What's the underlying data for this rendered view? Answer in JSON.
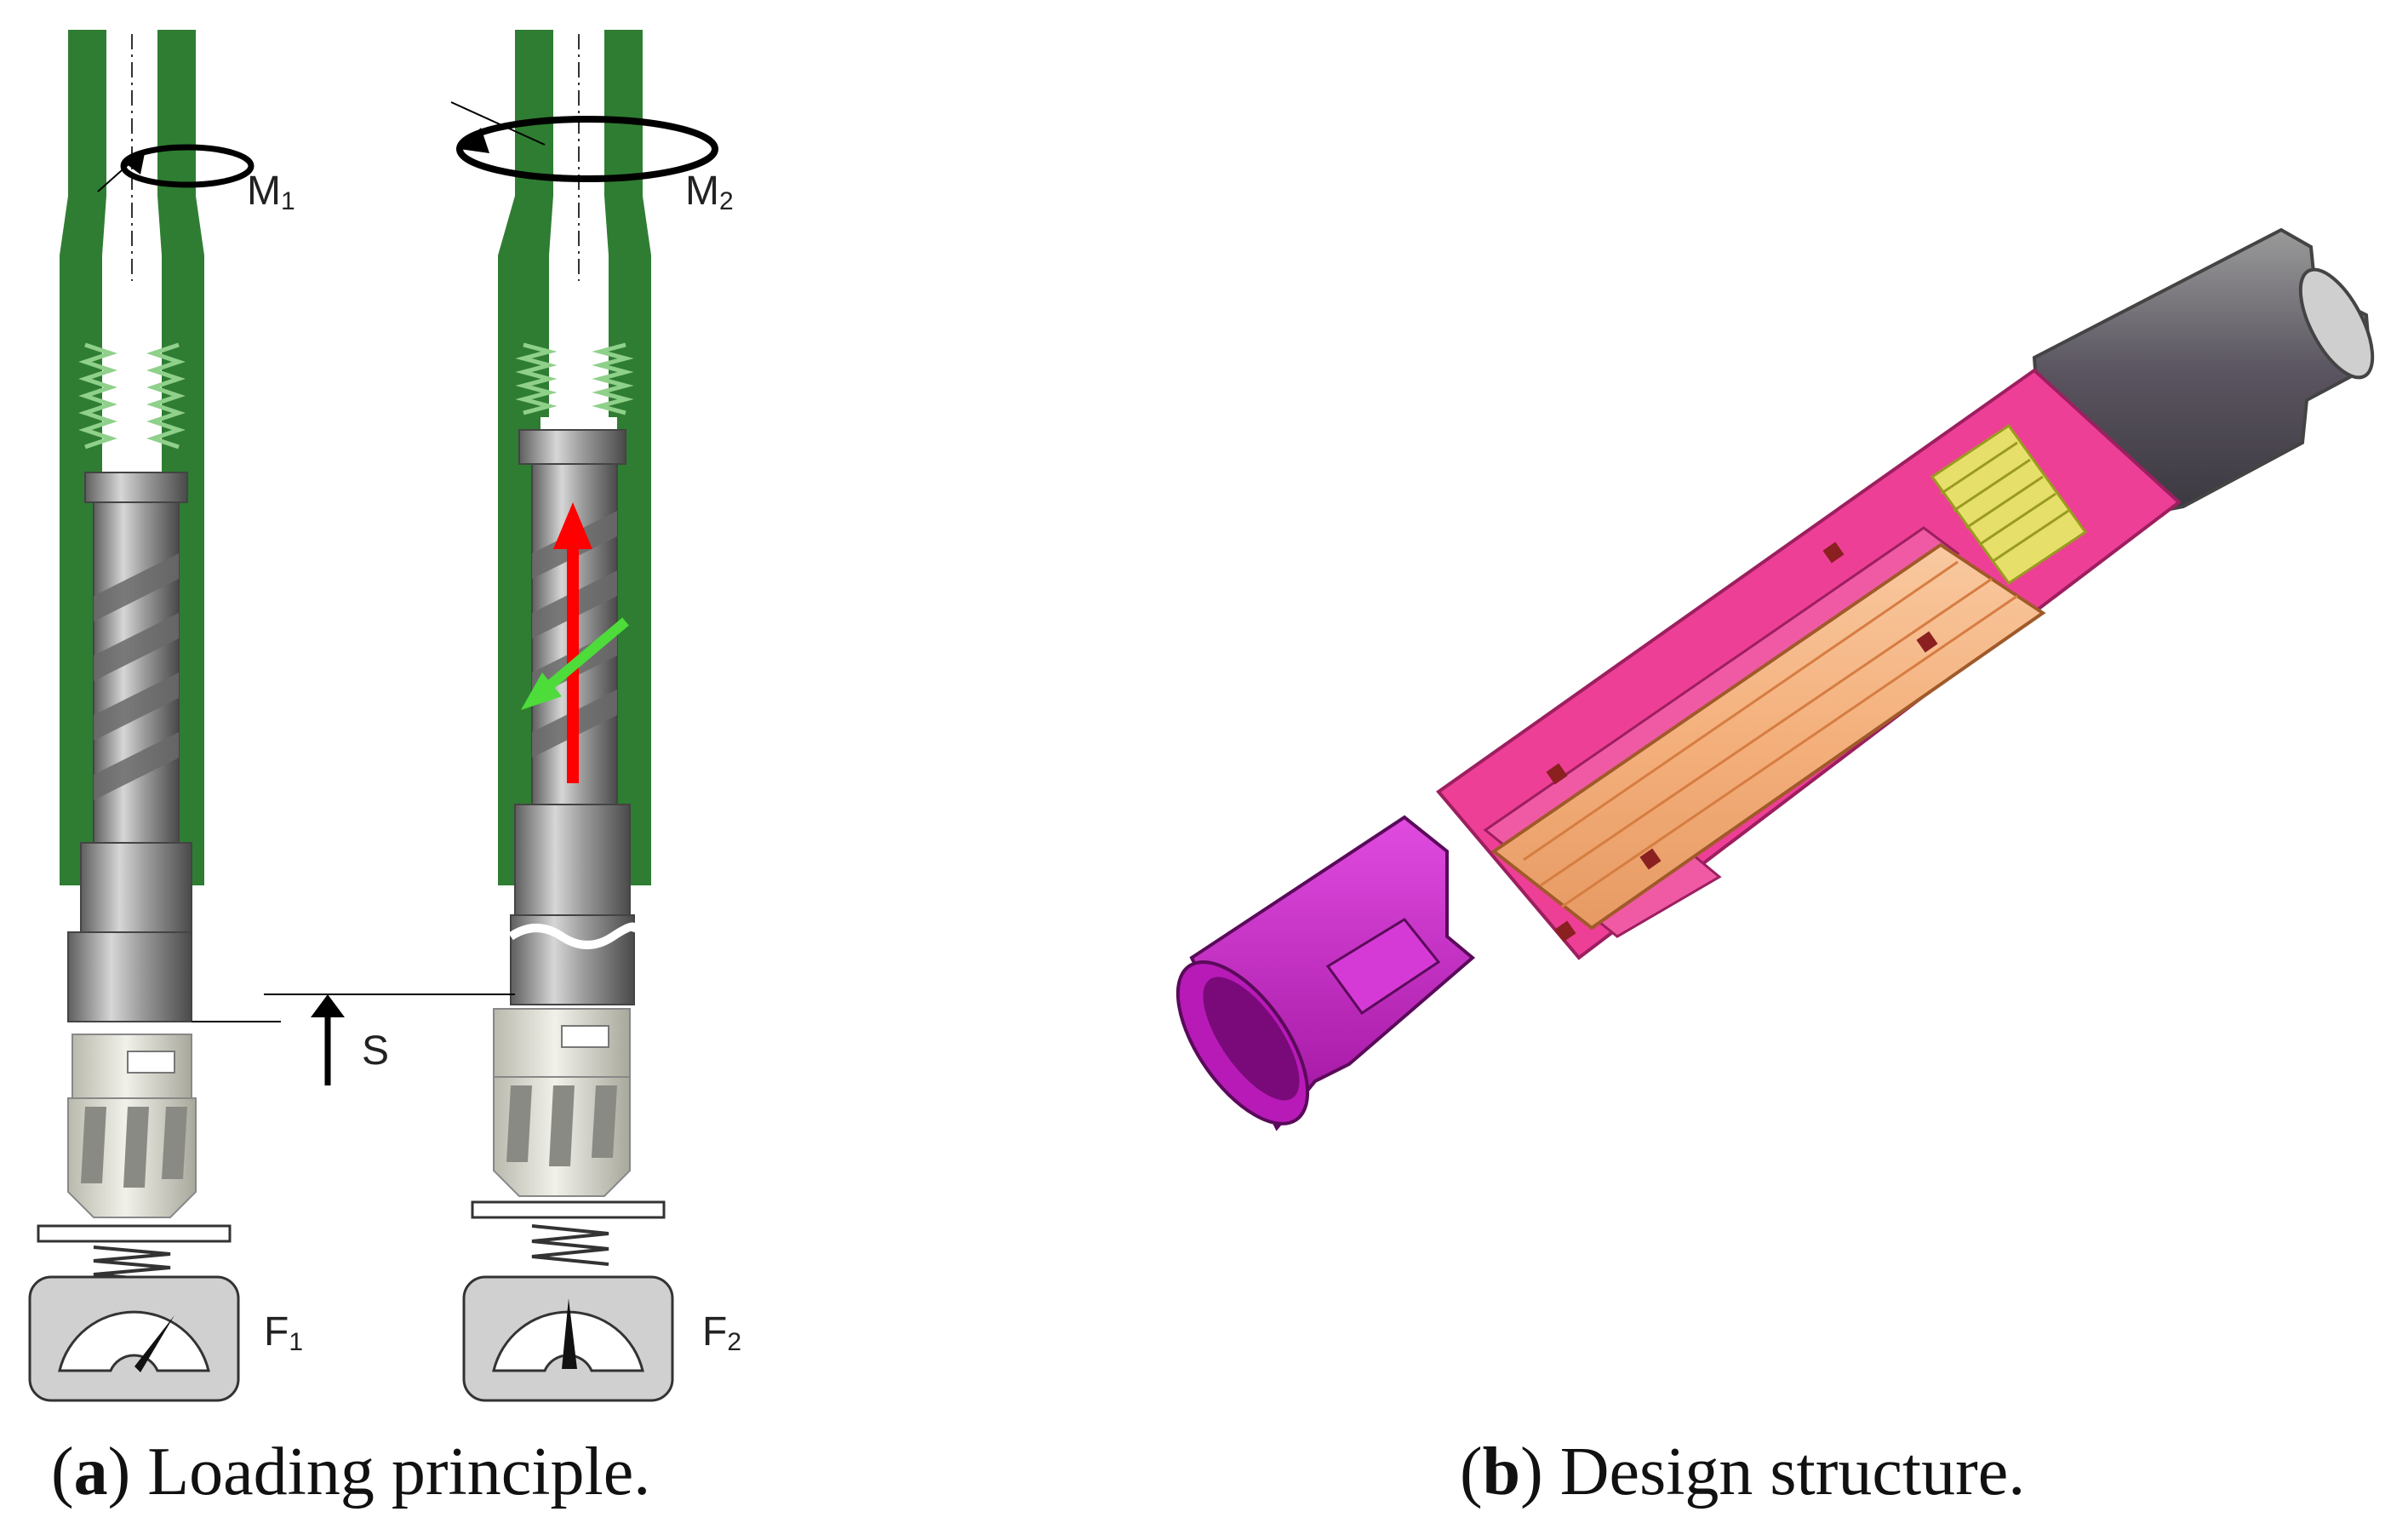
{
  "panel_a": {
    "labels": {
      "m1_main": "M",
      "m1_sub": "1",
      "m2_main": "M",
      "m2_sub": "2",
      "s": "S",
      "f1_main": "F",
      "f1_sub": "1",
      "f2_main": "F",
      "f2_sub": "2"
    },
    "caption": {
      "letter": "a",
      "text": " Loading principle."
    }
  },
  "panel_b": {
    "caption": {
      "letter": "b",
      "text": " Design structure."
    }
  },
  "colors": {
    "housing_green": "#2f7d32",
    "spring_green": "#8fd08a",
    "steel_gray": "#8d8d8d",
    "ceramic": "#d9d9cf",
    "force_red": "#ff0000",
    "force_green": "#4ddc3a",
    "sleeve_pink": "#ee3f96",
    "nozzle_magenta": "#cc22cc",
    "core_orange": "#f7b787",
    "thread_yellow": "#e6e06a"
  }
}
